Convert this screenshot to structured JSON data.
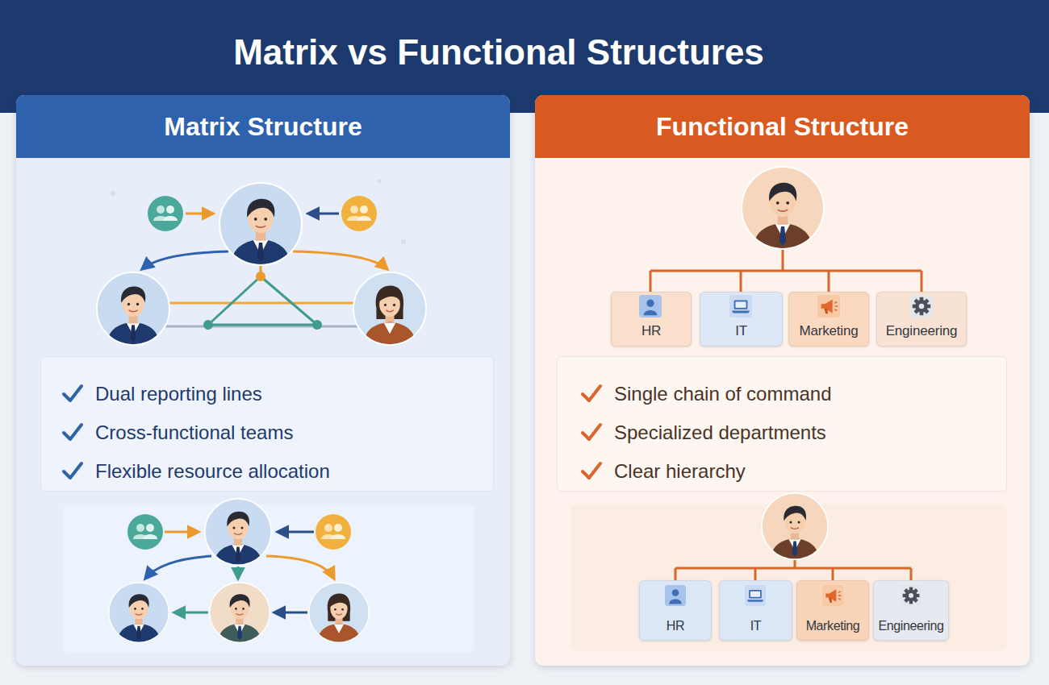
{
  "diagram": {
    "title": "Matrix vs Functional Structures",
    "nodes": [
      {
        "text": [
          "Matrix Structure"
        ]
      },
      {
        "text": [
          "Dual reporting lines",
          "Cross-functional teams",
          "Flexible resource allocation"
        ],
        "in": 0
      },
      {
        "text": [
          "Functional Structure"
        ]
      },
      {
        "text": [
          "HR"
        ],
        "in": 2
      },
      {
        "text": [
          "IT"
        ],
        "in": 2
      },
      {
        "text": [
          "Marketing"
        ],
        "in": 2
      },
      {
        "text": [
          "Engineering"
        ],
        "in": 2
      },
      {
        "text": [
          "Single chain of command",
          "Specialized departments",
          "Clear hierarchy"
        ],
        "in": 2
      },
      {
        "text": [
          "HR"
        ],
        "in": 2
      },
      {
        "text": [
          "IT"
        ],
        "in": 2
      },
      {
        "text": [
          "Marketing"
        ],
        "in": 2
      },
      {
        "text": [
          "Engineering"
        ],
        "in": 2
      }
    ]
  }
}
